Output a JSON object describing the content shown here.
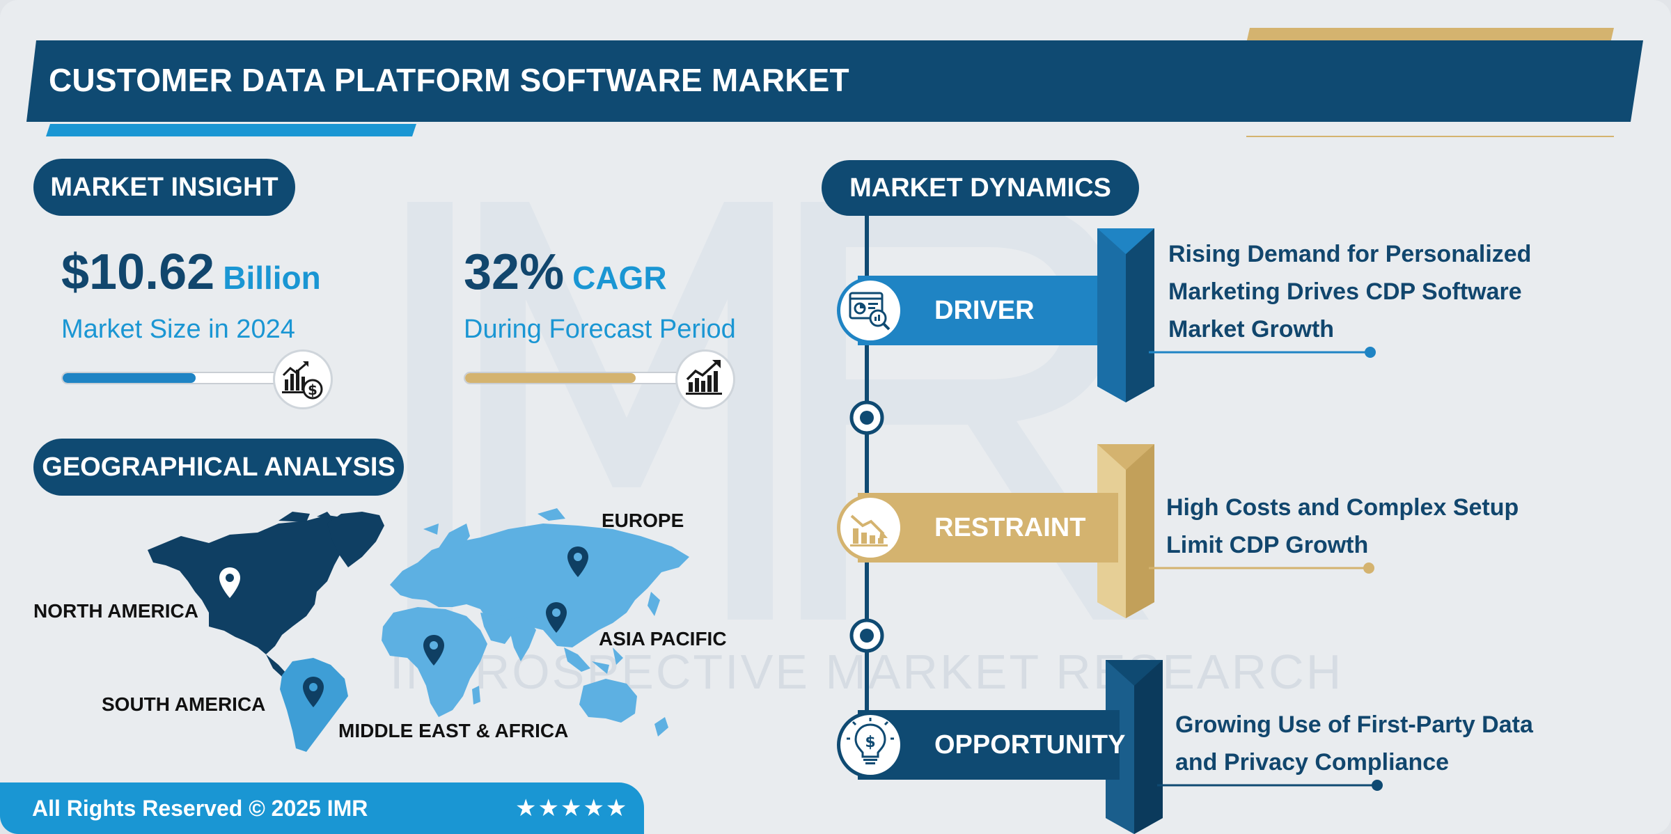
{
  "title": "CUSTOMER DATA PLATFORM SOFTWARE MARKET",
  "colors": {
    "navy": "#0f4a72",
    "blue": "#1a96d3",
    "mid_blue": "#1f84c4",
    "gold": "#d4b36f",
    "background": "#e9ecef"
  },
  "market_insight": {
    "heading": "MARKET INSIGHT",
    "size": {
      "value": "$10.62",
      "unit": "Billion",
      "label": "Market Size in 2024",
      "progress_pct": 60,
      "icon": "bar-chart-dollar-icon"
    },
    "cagr": {
      "value": "32%",
      "unit": "CAGR",
      "label": "During Forecast Period",
      "progress_pct": 77,
      "icon": "trend-up-chart-icon"
    }
  },
  "geographical_analysis": {
    "heading": "GEOGRAPHICAL ANALYSIS",
    "regions": [
      "NORTH AMERICA",
      "EUROPE",
      "ASIA PACIFIC",
      "SOUTH AMERICA",
      "MIDDLE EAST & AFRICA"
    ]
  },
  "market_dynamics": {
    "heading": "MARKET DYNAMICS",
    "driver": {
      "label": "DRIVER",
      "icon": "analytics-magnifier-icon",
      "lines": [
        "Rising Demand for Personalized",
        "Marketing Drives CDP Software",
        "Market Growth"
      ]
    },
    "restraint": {
      "label": "RESTRAINT",
      "icon": "declining-chart-icon",
      "lines": [
        "High Costs and Complex Setup",
        "Limit CDP Growth"
      ]
    },
    "opportunity": {
      "label": "OPPORTUNITY",
      "icon": "dollar-bulb-icon",
      "lines": [
        "Growing Use of First-Party Data",
        "and Privacy Compliance"
      ]
    }
  },
  "watermark": {
    "logo": "IMR",
    "text": "INTROSPECTIVE MARKET RESEARCH"
  },
  "footer": {
    "copyright": "All Rights Reserved © 2025 IMR",
    "rating": "★★★★★"
  }
}
